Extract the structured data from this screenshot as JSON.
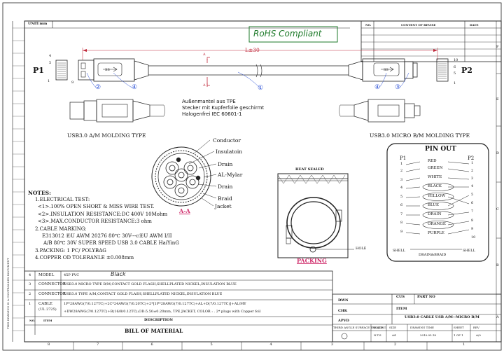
{
  "frame": {
    "unit": "UNIT:mm",
    "rev_table": {
      "no": "NO.",
      "content": "CONTENT OF REVISE",
      "date": "DATE"
    },
    "col_numbers": [
      "8",
      "7",
      "6",
      "5",
      "4",
      "3",
      "2",
      "1"
    ],
    "row_letters": [
      "F",
      "E",
      "D",
      "C",
      "B",
      "A"
    ]
  },
  "rohs": "RoHS Compliant",
  "cable": {
    "p1": "P1",
    "p2": "P2",
    "length": "L±30",
    "a_mark": "A",
    "p1_pins_top": [
      "4",
      "5"
    ],
    "p1_pins_bottom": [
      "1",
      "9"
    ],
    "p2_pins_right": [
      "10",
      "6",
      "5",
      "1"
    ],
    "callouts": [
      "①",
      "②",
      "③",
      "④",
      "④"
    ],
    "ss_label": "SS",
    "german_text": [
      "Außenmantel aus TPE",
      "Stecker mit Kupferfolie geschirmt",
      "Halogenfrei IEC 60601-1"
    ],
    "left_title": "USB3.0 A/M MOLDING TYPE",
    "right_title": "USB3.0  MICRO B/M MOLDING TYPE"
  },
  "cross_section": {
    "labels": [
      "Conductor",
      "Insulatoin",
      "Drain",
      "AL-Mylar",
      "Drain",
      "Braid",
      "Jacket"
    ],
    "title": "A-A"
  },
  "packing": {
    "heat_sealed": "HEAT SEALED",
    "hole": "HOLE",
    "title": "PACKING"
  },
  "pinout": {
    "title": "PIN OUT",
    "p1": "P1",
    "p2": "P2",
    "left_nums": [
      "1",
      "2",
      "3",
      "4",
      "5",
      "6",
      "7",
      "8",
      "9"
    ],
    "right_nums": [
      "1",
      "2",
      "3",
      "4",
      "5",
      "6",
      "7",
      "8",
      "9",
      "10"
    ],
    "wires": [
      "RED",
      "GREEN",
      "WHITE",
      "BLACK",
      "YELLOW",
      "BLUE",
      "DRAIN",
      "ORANGE",
      "PURPLE"
    ],
    "shell_left": "SHELL",
    "shell_right": "SHELL",
    "drain_braid": "DRAIN&BRAID"
  },
  "notes": {
    "title": "NOTES:",
    "lines": [
      "1.ELECTRICAL TEST:",
      "<1>.100% OPEN SHORT & MISS WIRE TEST.",
      "<2>.INSULATION RESISTANCE:DC 400V 10Mohm",
      "<3>.MAX.CONDUCTOR RESISTANCE:3 ohm",
      "2.CABLE MARKING:",
      "E313012  ⓇU AWM 20276 80℃  30V---cⓇU AWM I/II",
      "A/B  80℃ 30V SUPER SPEED USB 3.0 CABLE HaiYinG",
      "3.PACKING: 1 PC/ POLYBAG",
      "4.COPPER OD TOLERANLE ±0.008mm"
    ]
  },
  "bom": {
    "rows": [
      {
        "no": "4",
        "name": "MODEL",
        "desc": "45P PVC",
        "extra": "Black"
      },
      {
        "no": "3",
        "name": "CONNECTOR",
        "desc": "USB3.0  MICRO TYPE B/M,CONTACT GOLD FLASH,SHELLPLATED NICKEL,INSULATION BLUE"
      },
      {
        "no": "2",
        "name": "CONNECTOR",
        "desc": "USB3.0  TYPE A/M,CONTACT GOLD FLASH,SHELLPLATED NICKEL,INSULATION BLUE"
      },
      {
        "no": "1",
        "name": "CABLE",
        "name2": "(UL 2725)",
        "desc": "1P*28AWG(7/0.127TC)+2C*24AWG(7/0.20TC)+2*[1P*28AWG(7/0.127TC)+AL+D(7/0.127TC)]+AL/MY",
        "desc2": "+DW28AWG(7/0.127TC)+B(16/8/0.12TC);OD:5.50±0.20mm,  TPE JACKET, COLOR :     .   2* plugs with Copper foil"
      }
    ],
    "header": {
      "no": "NO.",
      "item": "ITEM",
      "desc": "DESCRIPTION"
    },
    "title": "BILL    OF    MATERIAL"
  },
  "title_block": {
    "dwn": "DWN",
    "chk": "CHK",
    "apvd": "APVD",
    "cus": "CUS",
    "part_no": "PART NO",
    "item": "ITEM",
    "item_value": "USB3.0 CABLE USB A/M--MICRO B/M",
    "small_headers": [
      "THIRD ANGLE SURFACE TREATING",
      "SCALE",
      "SIZE",
      "DRAWING TIME",
      "SHEET",
      "REV"
    ],
    "scale": "N.T.S",
    "size": "A4",
    "date": "2010.05.18",
    "sheet": "1 OF 1",
    "rev": "A/0"
  },
  "side_text": "THIS DRAWING IS A CONTROLLED DOCUMENT"
}
